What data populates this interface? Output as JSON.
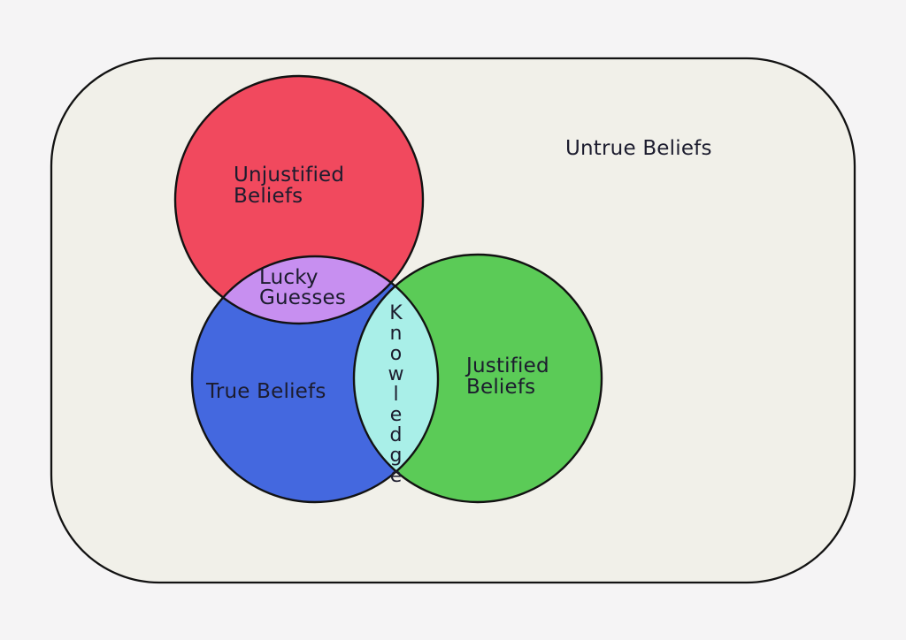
{
  "colors": {
    "page_background": "#f5f4f5",
    "container_fill": "#f1f0e9",
    "outline": "#121212",
    "unjustified_red": "#f1495e",
    "true_blue": "#4468df",
    "justified_green": "#5bcb57",
    "lucky_guesses_purple": "#c78ff0",
    "knowledge_cyan": "#a9efe8",
    "label_text": "#1c1c2e"
  },
  "regions": {
    "untrue_beliefs": {
      "label": "Untrue Beliefs"
    },
    "unjustified_beliefs": {
      "label": "Unjustified Beliefs"
    },
    "true_beliefs": {
      "label": "True Beliefs"
    },
    "justified_beliefs": {
      "label": "Justified Beliefs"
    },
    "lucky_guesses": {
      "label": "Lucky Guesses"
    },
    "knowledge": {
      "label": "Knowledge"
    }
  }
}
